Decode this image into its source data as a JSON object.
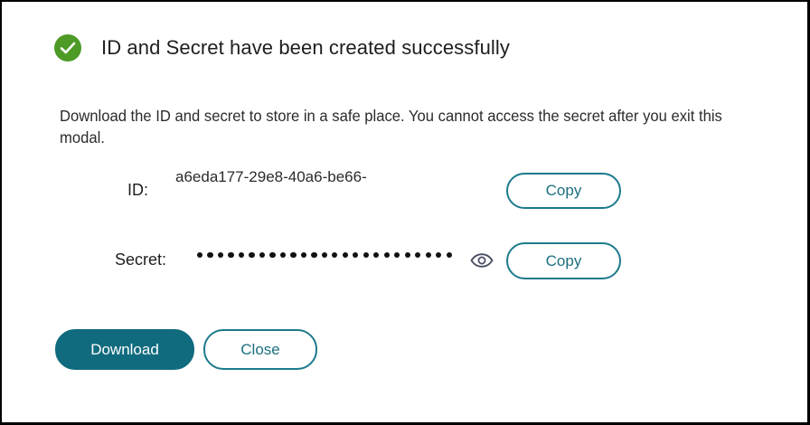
{
  "modal": {
    "title": "ID and Secret have been created successfully",
    "status_icon": "check-circle-icon",
    "description": "Download the ID and secret to store in a safe place. You cannot access the secret after you exit this modal.",
    "id_label": "ID:",
    "id_value": "a6eda177-29e8-40a6-be66-",
    "secret_label": "Secret:",
    "secret_masked_length": 25,
    "reveal_icon": "eye-icon",
    "copy_id_label": "Copy",
    "copy_secret_label": "Copy",
    "download_label": "Download",
    "close_label": "Close"
  },
  "colors": {
    "success": "#4d9a26",
    "accent": "#116b7e",
    "accent_outline": "#1c7a8c"
  }
}
